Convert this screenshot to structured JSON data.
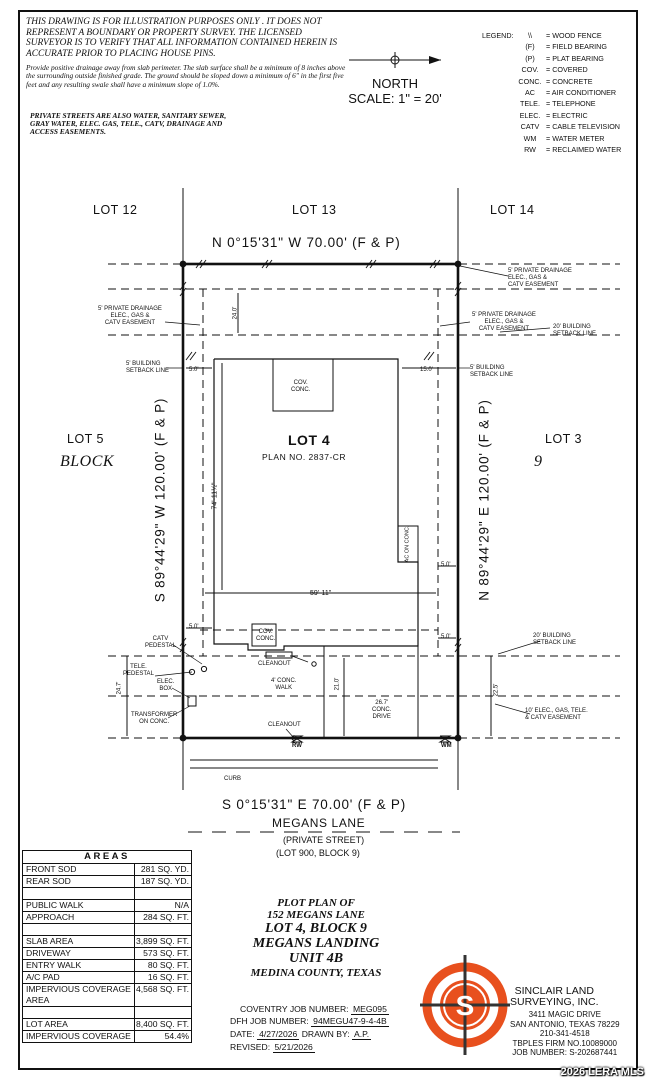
{
  "disclaimer": "THIS DRAWING IS FOR ILLUSTRATION PURPOSES ONLY . IT DOES NOT REPRESENT A BOUNDARY OR PROPERTY SURVEY. THE LICENSED SURVEYOR IS TO VERIFY THAT ALL INFORMATION CONTAINED HEREIN IS ACCURATE PRIOR TO PLACING HOUSE PINS.",
  "drainage_note": "Provide positive drainage away from slab perimeter. The slab surface shall be a minimum of 8 inches above the surrounding outside finished grade. The ground should be sloped down a minimum of 6\" in the first five feet and any resulting swale shall have a minimum slope of 1.0%.",
  "private_note": "PRIVATE STREETS ARE ALSO WATER, SANITARY SEWER, GRAY WATER, ELEC. GAS, TELE., CATV, DRAINAGE AND ACCESS EASEMENTS.",
  "legend": {
    "title": "LEGEND:",
    "items": [
      {
        "abbr": "\\\\",
        "meaning": "= WOOD FENCE"
      },
      {
        "abbr": "(F)",
        "meaning": "= FIELD BEARING"
      },
      {
        "abbr": "(P)",
        "meaning": "= PLAT BEARING"
      },
      {
        "abbr": "COV.",
        "meaning": "= COVERED"
      },
      {
        "abbr": "CONC.",
        "meaning": "= CONCRETE"
      },
      {
        "abbr": "AC",
        "meaning": "= AIR CONDITIONER"
      },
      {
        "abbr": "TELE.",
        "meaning": "= TELEPHONE"
      },
      {
        "abbr": "ELEC.",
        "meaning": "= ELECTRIC"
      },
      {
        "abbr": "CATV",
        "meaning": "= CABLE TELEVISION"
      },
      {
        "abbr": "WM",
        "meaning": "= WATER METER"
      },
      {
        "abbr": "RW",
        "meaning": "= RECLAIMED WATER"
      }
    ]
  },
  "north": {
    "label": "NORTH",
    "scale": "SCALE:  1\"  =  20'"
  },
  "lots": {
    "lot12": "LOT 12",
    "lot13": "LOT 13",
    "lot14": "LOT 14",
    "lot5": "LOT 5",
    "block_left": "BLOCK",
    "lot3": "LOT 3",
    "block_right": "9",
    "main": "LOT 4",
    "plan": "PLAN NO. 2837-CR"
  },
  "bearings": {
    "north": "N 0°15'31\" W 70.00' (F & P)",
    "south": "S 0°15'31\" E 70.00' (F & P)",
    "west": "S 89°44'29\" W 120.00' (F & P)",
    "east": "N 89°44'29\" E 120.00' (F & P)"
  },
  "street": {
    "name": "MEGANS LANE",
    "type": "(PRIVATE STREET)",
    "lot": "(LOT 900, BLOCK 9)"
  },
  "labels": {
    "drainage_top_right": [
      "5' PRIVATE DRAINAGE",
      "ELEC., GAS &",
      "CATV EASEMENT"
    ],
    "drainage_left": [
      "5' PRIVATE DRAINAGE",
      "ELEC., GAS &",
      "CATV EASEMENT"
    ],
    "drainage_right_inner": [
      "5' PRIVATE DRAINAGE",
      "ELEC., GAS &",
      "CATV EASEMENT"
    ],
    "building_setback_20_top": [
      "20' BUILDING",
      "SETBACK LINE"
    ],
    "building_setback_5_left": [
      "5' BUILDING",
      "SETBACK LINE"
    ],
    "building_setback_5_right": [
      "5' BUILDING",
      "SETBACK LINE"
    ],
    "building_setback_20_bottom": [
      "20' BUILDING",
      "SETBACK LINE"
    ],
    "elec_easement": [
      "10' ELEC., GAS, TELE.",
      "& CATV EASEMENT"
    ],
    "cov_conc_top": [
      "COV.",
      "CONC."
    ],
    "cov_conc_bottom": [
      "COV.",
      "CONC."
    ],
    "ac_conc": "AC ON CONC.",
    "catv_pedestal": [
      "CATV",
      "PEDESTAL"
    ],
    "tele_pedestal": [
      "TELE.",
      "PEDESTAL"
    ],
    "elec_box": [
      "ELEC.",
      "BOX"
    ],
    "transformer": [
      "TRANSFORMER",
      "ON CONC."
    ],
    "cleanout": "CLEANOUT",
    "cleanout2": "CLEANOUT",
    "conc_walk": [
      "4' CONC.",
      "WALK"
    ],
    "conc_drive": [
      "26.7'",
      "CONC.",
      "DRIVE"
    ],
    "curb": "CURB",
    "rw": "RW",
    "wm": "WM"
  },
  "dims": {
    "d24": "24.0'",
    "d5a": "5.0'",
    "d15": "15.0'",
    "d74": "74'-11½\"",
    "d59": "59'-11\"",
    "d5b": "5.0'",
    "d5c": "5.0'",
    "d5d": "5.0'",
    "d21": "21.0'",
    "d22": "22.5'",
    "d24_7": "24.7'"
  },
  "areas": {
    "title": "AREAS",
    "rows": [
      {
        "label": "FRONT SOD",
        "value": "281 SQ. YD."
      },
      {
        "label": "REAR SOD",
        "value": "187 SQ. YD."
      },
      {
        "label": "",
        "value": ""
      },
      {
        "label": "PUBLIC WALK",
        "value": "N/A"
      },
      {
        "label": "APPROACH",
        "value": "284 SQ. FT."
      },
      {
        "label": "",
        "value": ""
      },
      {
        "label": "SLAB AREA",
        "value": "3,899 SQ. FT."
      },
      {
        "label": "DRIVEWAY",
        "value": "573 SQ. FT."
      },
      {
        "label": "ENTRY WALK",
        "value": "80 SQ. FT."
      },
      {
        "label": "A/C PAD",
        "value": "16 SQ. FT."
      },
      {
        "label": "IMPERVIOUS COVERAGE AREA",
        "value": "4,568 SQ. FT."
      },
      {
        "label": "",
        "value": ""
      },
      {
        "label": "LOT AREA",
        "value": "8,400 SQ. FT."
      },
      {
        "label": "IMPERVIOUS COVERAGE",
        "value": "54.4%"
      }
    ]
  },
  "title_block": {
    "line1": "PLOT PLAN OF",
    "line2": "152 MEGANS LANE",
    "line3": "LOT 4, BLOCK 9",
    "line4": "MEGANS LANDING",
    "line5": "UNIT 4B",
    "line6": "MEDINA COUNTY, TEXAS"
  },
  "job": {
    "coventry_label": "COVENTRY JOB NUMBER:",
    "coventry_value": "MEG095",
    "dfh_label": "DFH JOB NUMBER:",
    "dfh_value": "94MEGU47-9-4-4B",
    "date_label": "DATE:",
    "date_value": "4/27/2026",
    "drawn_label": "DRAWN BY:",
    "drawn_value": "A.P.",
    "revised_label": "REVISED:",
    "revised_value": "5/21/2026"
  },
  "company": {
    "name1": "SINCLAIR LAND",
    "name2": "SURVEYING, INC.",
    "address1": "3411 MAGIC DRIVE",
    "address2": "SAN ANTONIO, TEXAS 78229",
    "phone": "210-341-4518",
    "firm": "TBPLES FIRM NO.10089000",
    "job": "JOB NUMBER: S-202687441"
  },
  "watermark": "2026 LERA MLS",
  "colors": {
    "logo_orange": "#e8501e",
    "logo_dark": "#333333"
  }
}
